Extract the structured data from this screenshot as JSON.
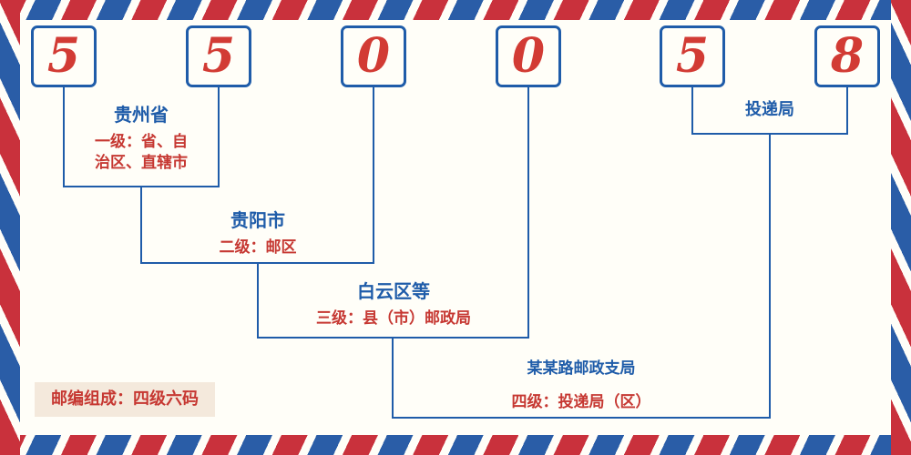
{
  "postal_code": {
    "digits": [
      "5",
      "5",
      "0",
      "0",
      "5",
      "8"
    ]
  },
  "levels": {
    "province": {
      "title": "贵州省",
      "desc_lines": [
        "一级：省、自",
        "治区、直辖市"
      ]
    },
    "city": {
      "title": "贵阳市",
      "desc": "二级：邮区"
    },
    "district": {
      "title": "白云区等",
      "desc": "三级：县（市）邮政局"
    },
    "branch": {
      "title": "某某路邮政支局",
      "desc": "四级：投递局（区）"
    },
    "delivery": {
      "title": "投递局"
    }
  },
  "footer": {
    "note": "邮编组成：四级六码"
  },
  "colors": {
    "digit_red": "#d23b34",
    "line_blue": "#1f5ca9",
    "desc_red": "#c63832",
    "stripe_red": "#c9313c",
    "stripe_blue": "#2a5da7",
    "background": "#fffef8",
    "note_background": "#f4e9dc"
  }
}
